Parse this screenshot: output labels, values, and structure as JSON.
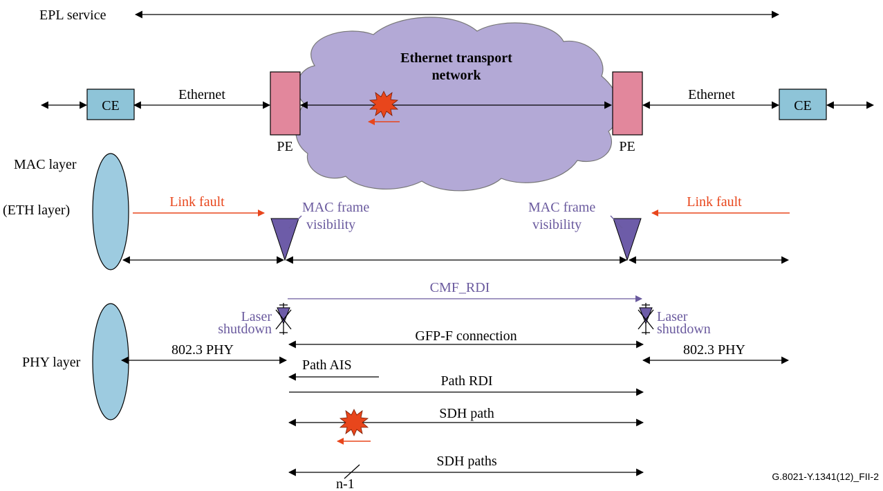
{
  "epl_service": "EPL service",
  "cloud_label_1": "Ethernet transport",
  "cloud_label_2": "network",
  "ce_left": "CE",
  "ce_right": "CE",
  "pe_left": "PE",
  "pe_right": "PE",
  "ethernet_left": "Ethernet",
  "ethernet_right": "Ethernet",
  "mac_layer": "MAC layer",
  "eth_layer": "(ETH  layer)",
  "link_fault_left": "Link fault",
  "link_fault_right": "Link fault",
  "mac_frame_left_1": "MAC frame",
  "mac_frame_left_2": "visibility",
  "mac_frame_right_1": "MAC frame",
  "mac_frame_right_2": "visibility",
  "cmf_rdi": "CMF_RDI",
  "laser_left_1": "Laser",
  "laser_left_2": "shutdown",
  "laser_right_1": "Laser",
  "laser_right_2": "shutdown",
  "gfp_connection": "GFP-F  connection",
  "phy_layer": "PHY layer",
  "phy_left": "802.3 PHY",
  "phy_right": "802.3 PHY",
  "path_ais": "Path AIS",
  "path_rdi": "Path RDI",
  "sdh_path": "SDH  path",
  "sdh_paths": "SDH  paths",
  "n_minus_1": "n-1",
  "figure_id": "G.8021-Y.1341(12)_FII-2",
  "colors": {
    "cloud": "#b3a9d6",
    "ce": "#8ec4d8",
    "pe": "#e2879c",
    "oval": "#9dcbe0",
    "triangle": "#6d5ca8",
    "fault": "#e8461c",
    "purple_text": "#6a5a9e"
  }
}
